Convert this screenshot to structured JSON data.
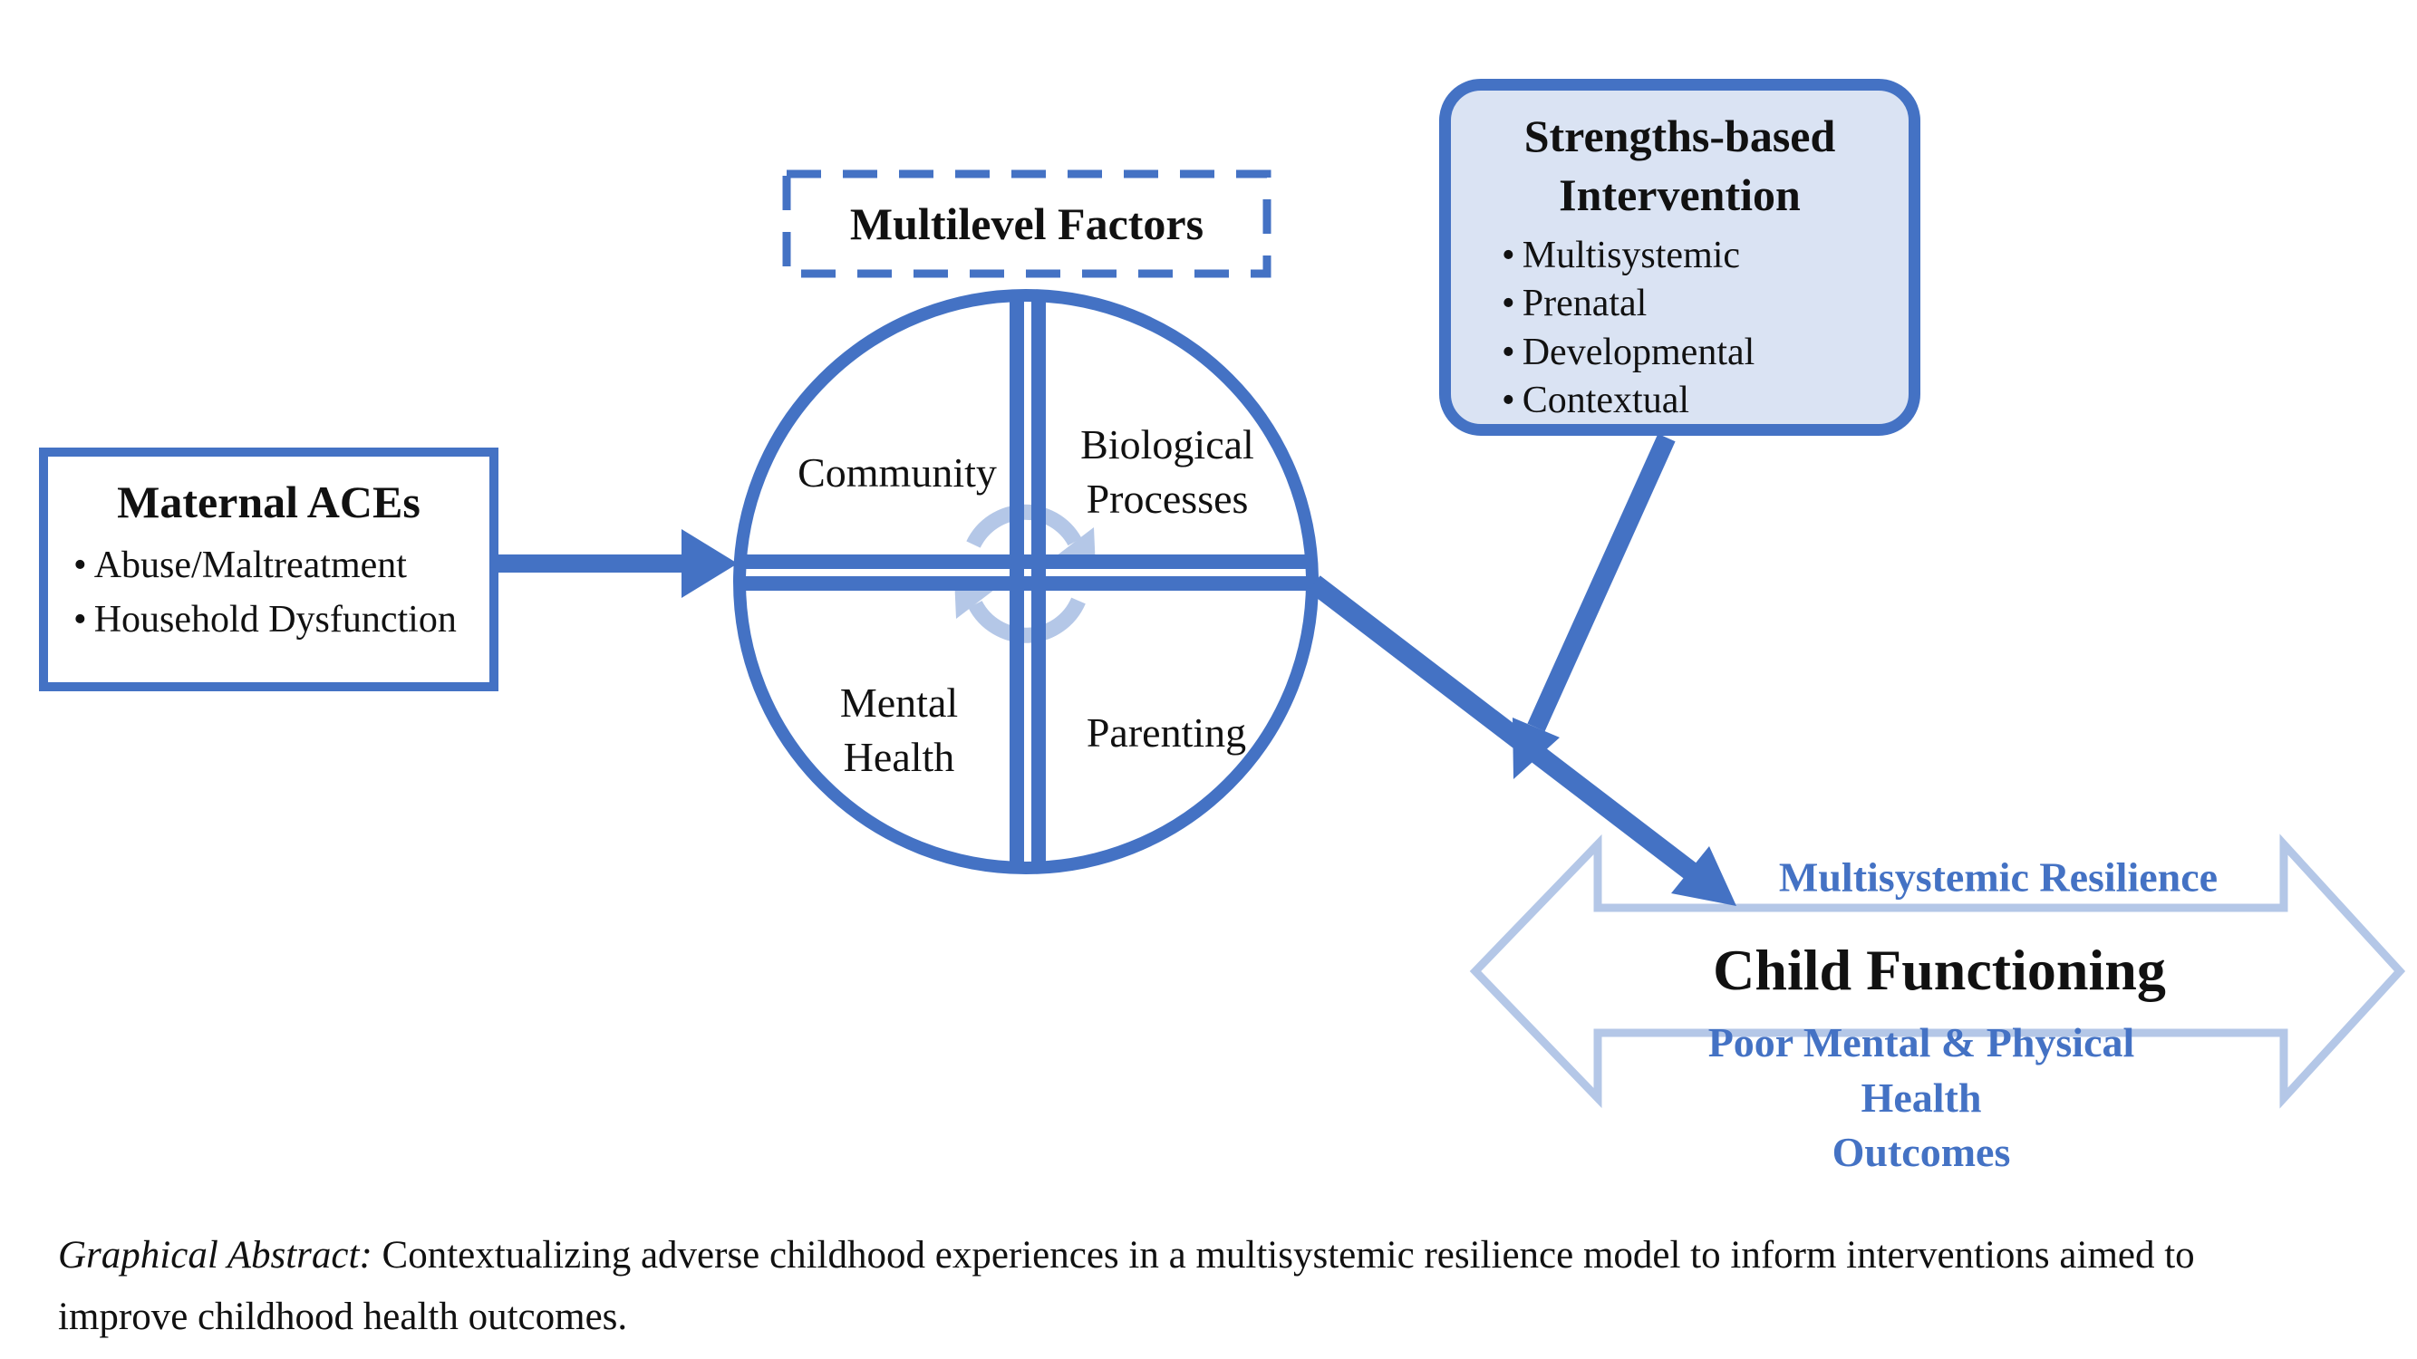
{
  "colors": {
    "accent": "#4472C4",
    "light_blue": "#B4C7E7",
    "box_fill": "#DAE3F3",
    "blue_text": "#4472C4",
    "text_dark": "#111111",
    "background": "#FFFFFF"
  },
  "glyphs": {
    "bullet": "•"
  },
  "icons": {
    "center_rotation": "rotation-arrows-icon"
  },
  "boxes": {
    "maternal": {
      "title": "Maternal ACEs",
      "bullets": [
        "Abuse/Maltreatment",
        "Household Dysfunction"
      ]
    },
    "multilevel": {
      "label": "Multilevel Factors"
    },
    "strengths": {
      "title": "Strengths-based\nIntervention",
      "bullets": [
        "Multisystemic",
        "Prenatal",
        "Developmental",
        "Contextual"
      ]
    }
  },
  "circle": {
    "quadrants": {
      "top_left": "Community",
      "top_right": "Biological\nProcesses",
      "bottom_left": "Mental\nHealth",
      "bottom_right": "Parenting"
    }
  },
  "outcome": {
    "top": "Multisystemic Resilience",
    "center": "Child Functioning",
    "bottom": "Poor Mental & Physical Health\nOutcomes"
  },
  "caption": {
    "prefix": "Graphical Abstract:",
    "body": " Contextualizing adverse childhood experiences in a multisystemic resilience model to inform interventions aimed to improve childhood health outcomes."
  }
}
